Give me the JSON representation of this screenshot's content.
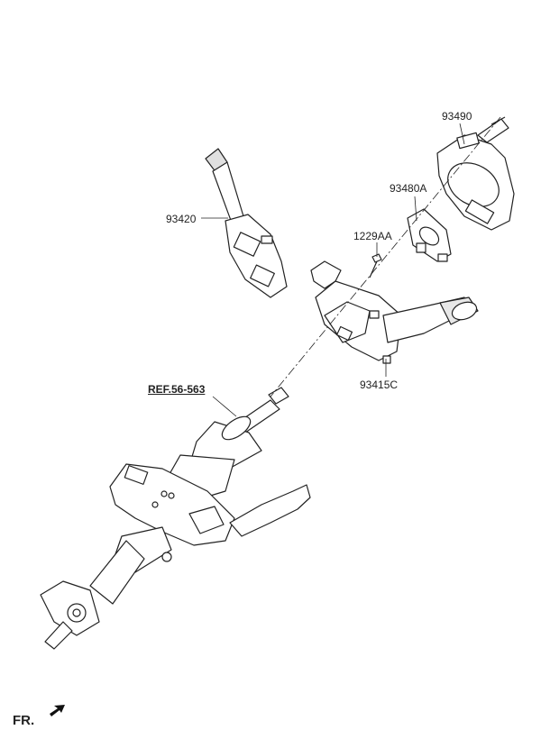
{
  "parts": {
    "p93490": "93490",
    "p93480A": "93480A",
    "p1229AA": "1229AA",
    "p93420": "93420",
    "p93415C": "93415C",
    "ref": "REF.56-563"
  },
  "direction": "FR.",
  "colors": {
    "line": "#222222",
    "fill": "#ffffff",
    "shade": "#d8d8d8"
  }
}
